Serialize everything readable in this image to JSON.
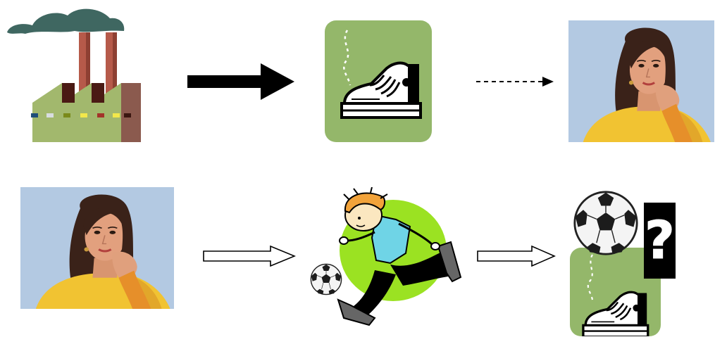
{
  "question_mark": "?",
  "colors": {
    "factory_wall": "#a2b86d",
    "factory_side": "#8b5a4e",
    "chimney": "#b65a4a",
    "smoke": "#3f6761",
    "shoe_card": "#94b76a",
    "ball_blob": "#9be222",
    "photo_bg": "#b7cce4",
    "sweater": "#f1c332"
  },
  "icons": {
    "factory": "factory-icon",
    "sneaker": "sneaker-icon",
    "soccer_player": "soccer-player-icon",
    "soccer_ball": "soccer-ball-icon",
    "woman_photo": "woman-thinking-photo"
  },
  "arrows": {
    "top_left": "solid-bold",
    "top_right": "dashed",
    "bottom_left": "outlined",
    "bottom_right": "outlined"
  }
}
